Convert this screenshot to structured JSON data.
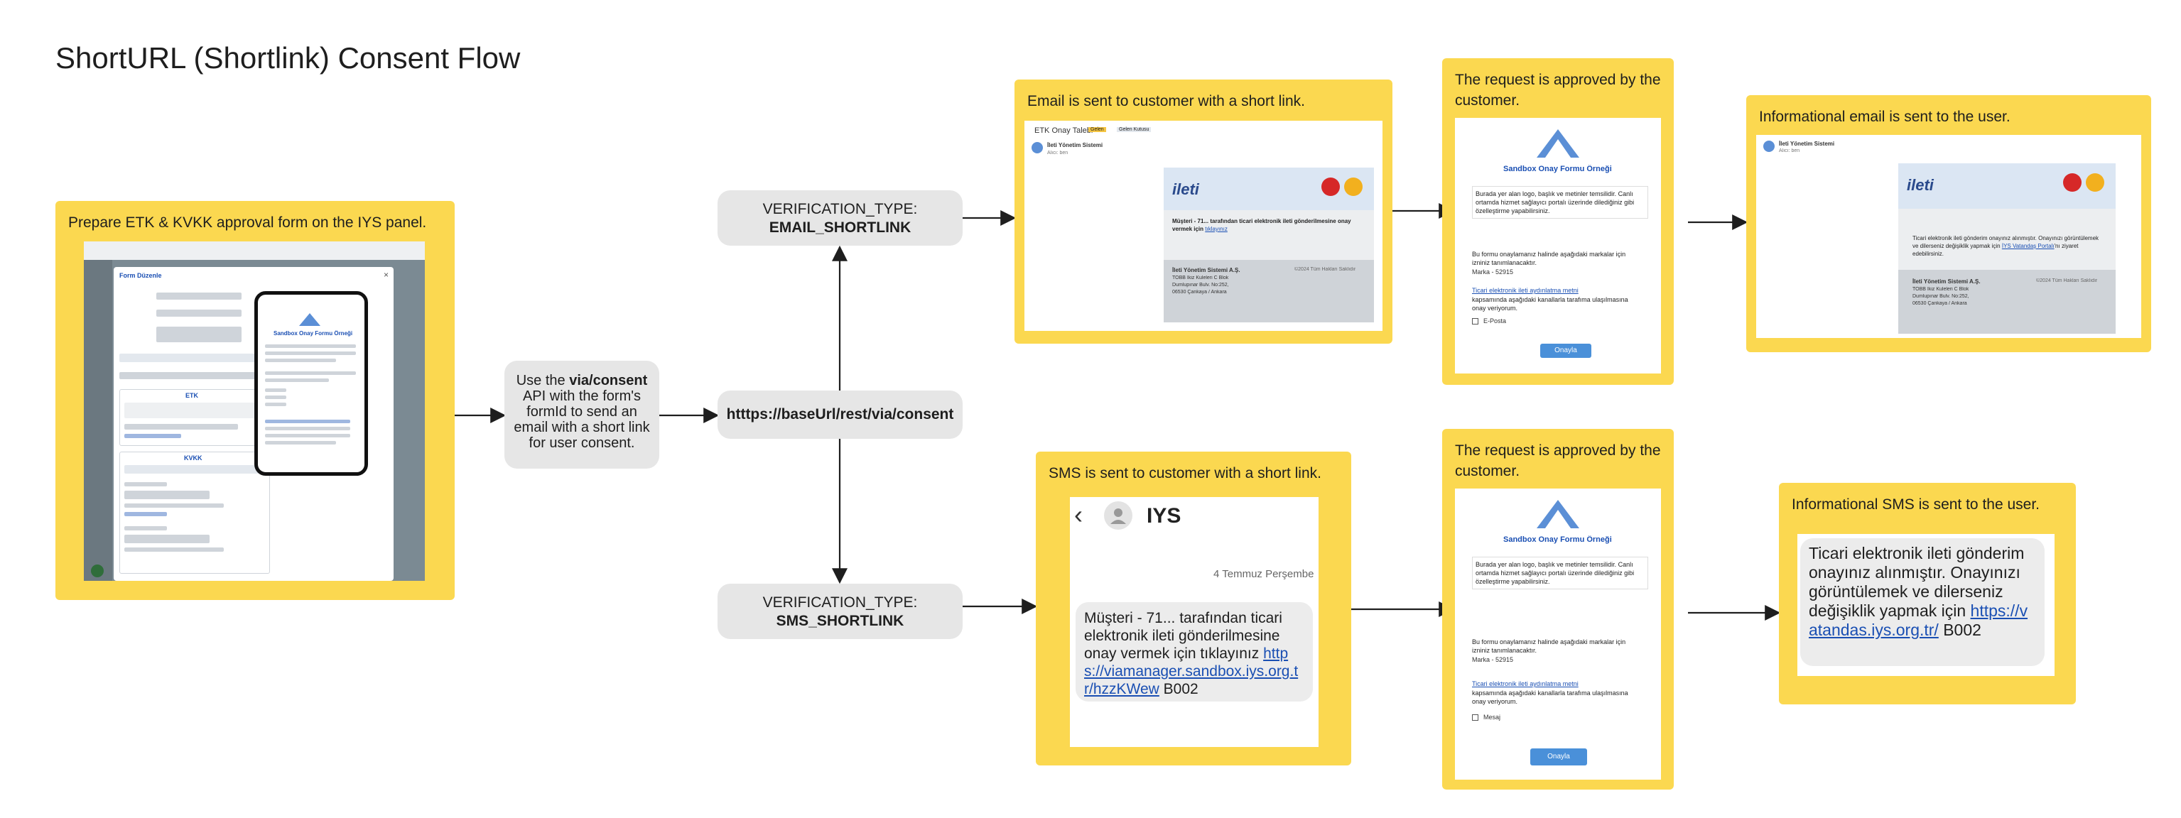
{
  "title": "ShortURL (Shortlink) Consent Flow",
  "colors": {
    "sticky": "#fbd850",
    "pill": "#e6e6e6",
    "arrow": "#1e1e1e",
    "link": "#1a4fb3",
    "button": "#4a90d9"
  },
  "prepare": {
    "label": "Prepare ETK & KVKK approval form on the IYS panel.",
    "form_title": "Form Düzenle",
    "phone_title": "Sandbox Onay Formu Örneği",
    "section_etk": "ETK",
    "section_kvkk": "KVKK"
  },
  "api_note": {
    "prefix": "Use the ",
    "highlight": "via/consent",
    "suffix": " API with the form's formId to send an email with a short link for user consent."
  },
  "endpoint": "htttps://baseUrl/rest/via/consent",
  "email_type": {
    "key": "VERIFICATION_TYPE:",
    "value": "EMAIL_SHORTLINK"
  },
  "sms_type": {
    "key": "VERIFICATION_TYPE:",
    "value": "SMS_SHORTLINK"
  },
  "email_sent": {
    "label": "Email is sent to customer with a short link.",
    "subject": "ETK Onay Talebi",
    "tag1": "Gelen",
    "tag2": "Gelen Kutusu",
    "sender": "İleti Yönetim Sistemi",
    "to": "Alıcı: ben",
    "logo": "ileti",
    "body": "Müşteri - 71... tarafından ticari elektronik ileti gönderilmesine onay vermek için",
    "body_link": "tıklayınız",
    "footer_title": "İleti Yönetim Sistemi A.Ş.",
    "footer_l1": "TOBB İkiz Kuleleri C Blok",
    "footer_l2": "Dumlupınar Bulv. No:252,",
    "footer_l3": "06530 Çankaya / Ankara",
    "footer_right": "©2024 Tüm Hakları Saklıdır"
  },
  "email_approved": {
    "label": "The request is approved by the customer.",
    "form_title": "Sandbox Onay Formu Örneği",
    "intro": "Burada yer alan logo, başlık ve metinler temsilidir. Canlı ortamda hizmet sağlayıcı portalı üzerinde dilediğiniz gibi özelleştirme yapabilirsiniz.",
    "consent_text": "Bu formu onaylamanız halinde aşağıdaki markalar için izniniz tanımlanacaktır.",
    "brand": "Marka - 52915",
    "link_text": "Ticari elektronik ileti aydınlatma metni",
    "after_link": "kapsamında aşağıdaki kanallarla tarafıma ulaşılmasına onay veriyorum.",
    "channel": "E-Posta",
    "button": "Onayla"
  },
  "email_info": {
    "label": "Informational email is sent to the user.",
    "sender": "İleti Yönetim Sistemi",
    "to": "Alıcı: ben",
    "logo": "ileti",
    "body": "Ticari elektronik ileti gönderim onayınız alınmıştır. Onayınızı görüntülemek ve dilerseniz değişiklik yapmak için",
    "body_link": "İYS Vatandaş Portalı",
    "body_tail": "'nı ziyaret edebilirsiniz.",
    "footer_title": "İleti Yönetim Sistemi A.Ş.",
    "footer_l1": "TOBB İkiz Kuleleri C Blok",
    "footer_l2": "Dumlupınar Bulv. No:252,",
    "footer_l3": "06530 Çankaya / Ankara",
    "footer_right": "©2024 Tüm Hakları Saklıdır"
  },
  "sms_sent": {
    "label": "SMS is sent to customer with a short link.",
    "sender": "IYS",
    "date": "4 Temmuz Perşembe",
    "body": "Müşteri - 71... tarafından ticari elektronik ileti gönderilmesine onay vermek için tıklayınız ",
    "link": "https://viamanager.sandbox.iys.org.tr/hzzKWew",
    "tail": " B002"
  },
  "sms_approved": {
    "label": "The request is approved by the customer.",
    "form_title": "Sandbox Onay Formu Örneği",
    "intro": "Burada yer alan logo, başlık ve metinler temsilidir. Canlı ortamda hizmet sağlayıcı portalı üzerinde dilediğiniz gibi özelleştirme yapabilirsiniz.",
    "consent_text": "Bu formu onaylamanız halinde aşağıdaki markalar için izniniz tanımlanacaktır.",
    "brand": "Marka - 52915",
    "link_text": "Ticari elektronik ileti aydınlatma metni",
    "after_link": "kapsamında aşağıdaki kanallarla tarafıma ulaşılmasına onay veriyorum.",
    "channel": "Mesaj",
    "button": "Onayla"
  },
  "sms_info": {
    "label": "Informational SMS is sent to the user.",
    "body": "Ticari elektronik ileti gönderim onayınız alınmıştır. Onayınızı görüntülemek ve dilerseniz değişiklik yapmak için ",
    "link": "https://vatandas.iys.org.tr/",
    "tail": " B002"
  }
}
